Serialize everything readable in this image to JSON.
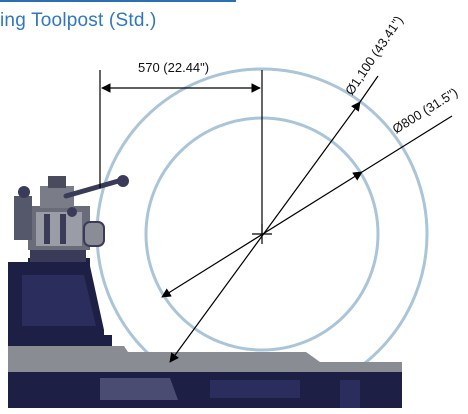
{
  "header": {
    "title": "ing Toolpost (Std.)"
  },
  "dimensions": {
    "swing_over_carriage": "Ø800 (31.5\")",
    "swing_over_bed": "Ø1,100 (43.41\")",
    "tool_to_center": "570 (22.44\")"
  },
  "colors": {
    "title": "#2f78c0",
    "circles": "#aac4d8",
    "machine_dark": "#1e1f45",
    "machine_grey": "#8a8c93",
    "dimension_lines": "#000000"
  }
}
